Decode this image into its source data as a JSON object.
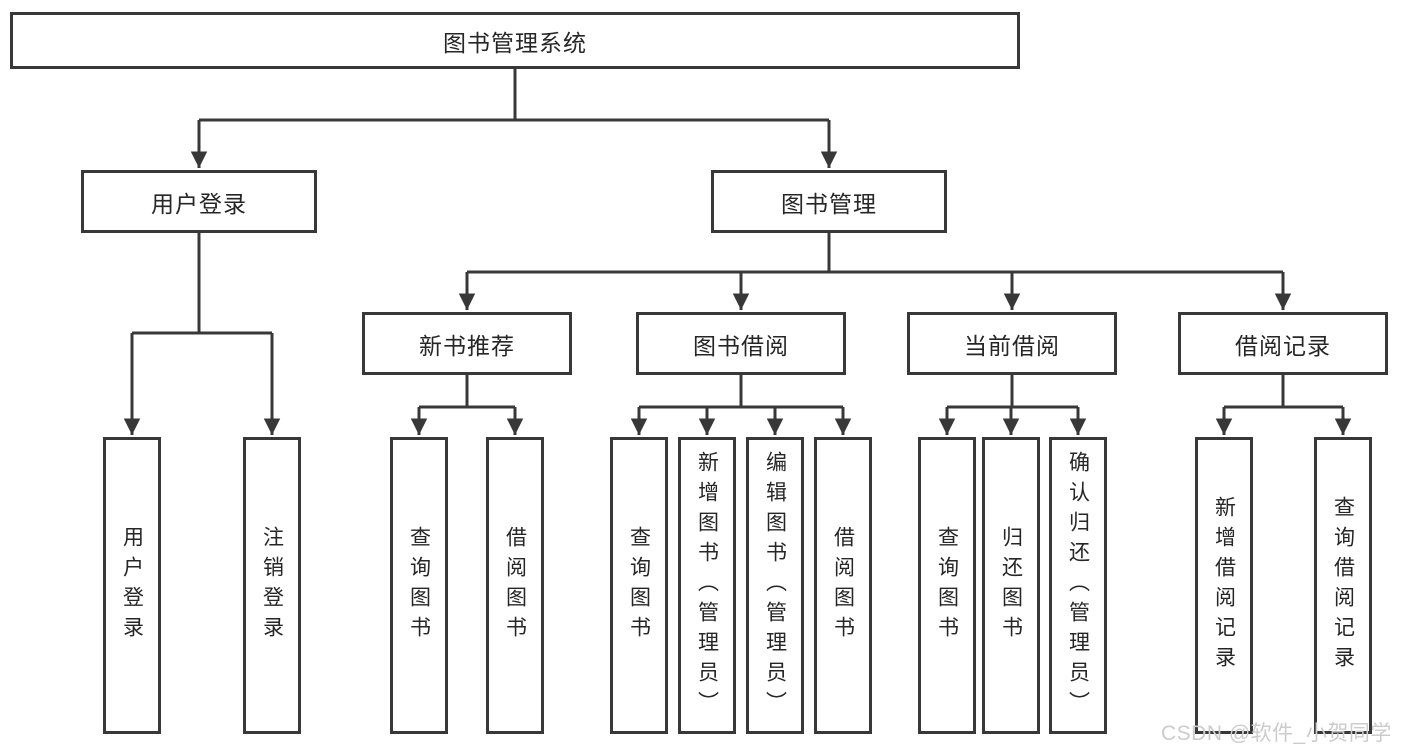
{
  "root": {
    "label": "图书管理系统"
  },
  "user_login": {
    "label": "用户登录",
    "children": [
      {
        "label": "用户登录"
      },
      {
        "label": "注销登录"
      }
    ]
  },
  "book_mgmt": {
    "label": "图书管理",
    "groups": [
      {
        "label": "新书推荐",
        "children": [
          {
            "label": "查询图书"
          },
          {
            "label": "借阅图书"
          }
        ]
      },
      {
        "label": "图书借阅",
        "children": [
          {
            "label": "查询图书"
          },
          {
            "label": "新增图书（管理员）"
          },
          {
            "label": "编辑图书（管理员）"
          },
          {
            "label": "借阅图书"
          }
        ]
      },
      {
        "label": "当前借阅",
        "children": [
          {
            "label": "查询图书"
          },
          {
            "label": "归还图书"
          },
          {
            "label": "确认归还（管理员）"
          }
        ]
      },
      {
        "label": "借阅记录",
        "children": [
          {
            "label": "新增借阅记录"
          },
          {
            "label": "查询借阅记录"
          }
        ]
      }
    ]
  },
  "watermark": {
    "text": "CSDN @软件_小贺同学"
  },
  "colors": {
    "line": "#383838",
    "text": "#262626",
    "watermark": "#cccccc"
  }
}
